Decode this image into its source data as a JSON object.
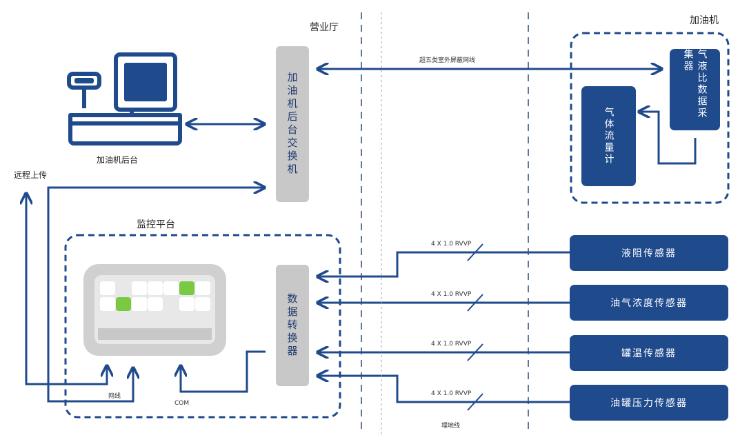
{
  "zones": {
    "hall": "营业厅",
    "dispenser": "加油机",
    "monitor_platform": "监控平台"
  },
  "pos": {
    "label": "加油机后台"
  },
  "switch": {
    "label": "加油机后台交换机"
  },
  "converter": {
    "label": "数据转换器"
  },
  "gas_meter": {
    "label": "气体流量计"
  },
  "collector": {
    "label": "气液比数据采集器"
  },
  "remote": {
    "label": "远程上传"
  },
  "cable_top": "超五类室外屏蔽网线",
  "cables": [
    "4 X 1.0 RVVP",
    "4 X 1.0 RVVP",
    "4 X 1.0 RVVP",
    "4 X 1.0 RVVP"
  ],
  "sensors": [
    "液阻传感器",
    "油气浓度传感器",
    "罐温传感器",
    "油罐压力传感器"
  ],
  "network_label": "网线",
  "com_label": "COM",
  "buried_label": "埋地线",
  "colors": {
    "primary": "#1f4a8c",
    "gray": "#c8c8c8",
    "green": "#7ac943"
  }
}
